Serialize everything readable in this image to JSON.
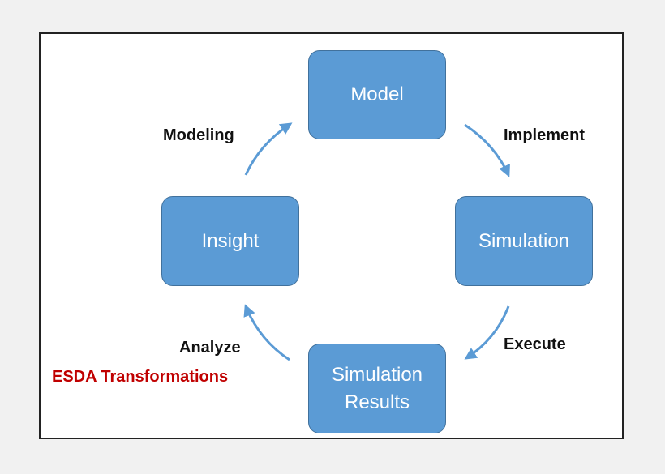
{
  "nodes": {
    "model": "Model",
    "simulation": "Simulation",
    "results_line1": "Simulation",
    "results_line2": "Results",
    "insight": "Insight"
  },
  "edges": {
    "implement": "Implement",
    "execute": "Execute",
    "analyze": "Analyze",
    "esda": "ESDA Transformations",
    "modeling": "Modeling"
  },
  "colors": {
    "node_fill": "#5b9bd5",
    "node_border": "#41719c",
    "arrow": "#5b9bd5",
    "highlight_label": "#c00000"
  }
}
